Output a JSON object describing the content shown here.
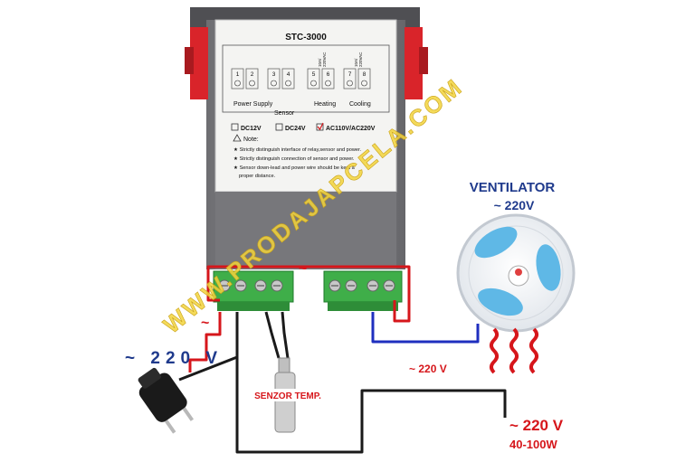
{
  "device": {
    "model": "STC-3000",
    "terminal_numbers": [
      "1",
      "2",
      "3",
      "4",
      "5",
      "6",
      "7",
      "8"
    ],
    "relay_ratings": [
      "10A/\n220VAC",
      "10A/\n220VAC"
    ],
    "labels": {
      "power_supply": "Power Supply",
      "sensor": "Sensor",
      "heating": "Heating",
      "cooling": "Cooling"
    },
    "voltage_options": [
      "DC12V",
      "DC24V",
      "AC110V/AC220V"
    ],
    "voltage_selected": "AC110V/AC220V",
    "note_title": "Note:",
    "notes": [
      "Strictly distinguish interface of relay,sensor and power.",
      "Strictly distinguish connection of sensor and power.",
      "Sensor down-lead and power wire should be kept a",
      "proper distance."
    ]
  },
  "wiring": {
    "mains_label": "~ 220 V",
    "fan_feed_label": "~ 220 V",
    "load_label": "~ 220 V",
    "load_power": "40-100W",
    "tilde_marks": [
      "~",
      "~"
    ]
  },
  "fan": {
    "title": "VENTILATOR",
    "voltage": "~ 220V"
  },
  "sensor_probe": {
    "label": "SENZOR TEMP."
  },
  "watermark": "WWW.PRODAJAPCELA.COM",
  "colors": {
    "wire_red": "#d6161b",
    "wire_blue": "#1f2fbf",
    "wire_black": "#1a1a1a",
    "text_blue": "#1f3a8c",
    "text_red": "#d6161b",
    "terminal_green": "#3fae49",
    "watermark": "#f2d33c"
  }
}
